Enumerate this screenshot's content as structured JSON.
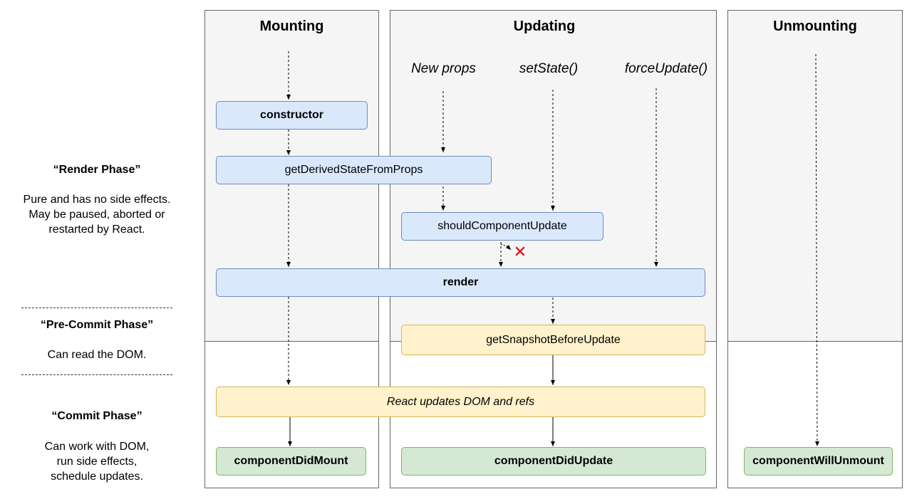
{
  "columns": {
    "mounting": "Mounting",
    "updating": "Updating",
    "unmounting": "Unmounting"
  },
  "triggers": {
    "new_props": "New props",
    "set_state": "setState()",
    "force_update": "forceUpdate()"
  },
  "methods": {
    "constructor": "constructor",
    "get_derived_state": "getDerivedStateFromProps",
    "should_component_update": "shouldComponentUpdate",
    "render": "render",
    "get_snapshot": "getSnapshotBeforeUpdate",
    "react_updates": "React updates DOM and refs",
    "did_mount": "componentDidMount",
    "did_update": "componentDidUpdate",
    "will_unmount": "componentWillUnmount"
  },
  "phases": {
    "render": {
      "title": "“Render Phase”",
      "lines": [
        "Pure and has no side effects.",
        "May be paused, aborted or",
        "restarted by React."
      ]
    },
    "pre_commit": {
      "title": "“Pre-Commit Phase”",
      "lines": [
        "Can read the DOM."
      ]
    },
    "commit": {
      "title": "“Commit Phase”",
      "lines": [
        "Can work with DOM,",
        "run side effects,",
        "schedule updates."
      ]
    }
  },
  "colors": {
    "render_box": "#dae8fc",
    "commit_box": "#fff2cc",
    "did_box": "#d5e8d4",
    "cancel_mark": "#e02020"
  },
  "icons": {
    "cancel": "x-mark-icon"
  }
}
